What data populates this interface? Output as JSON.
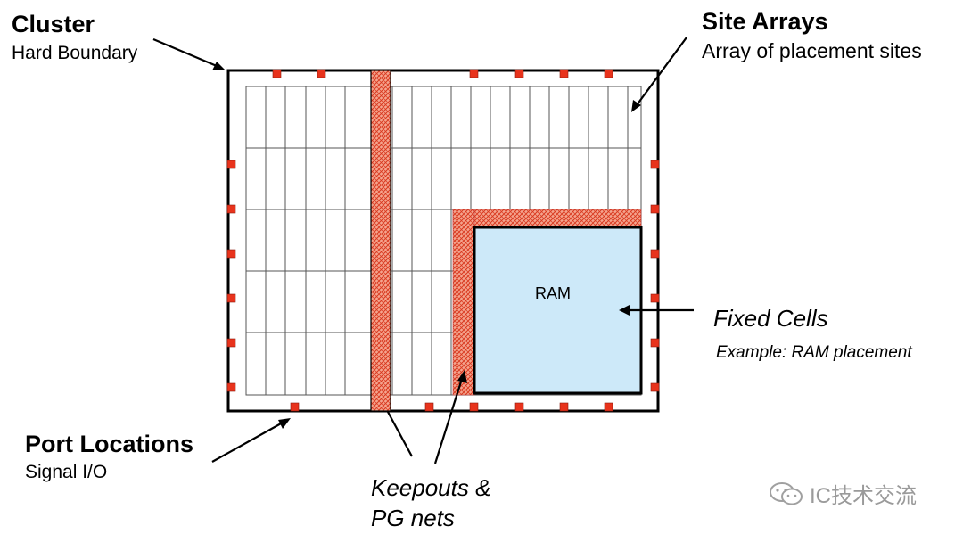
{
  "labels": {
    "cluster": {
      "title": "Cluster",
      "sub": "Hard Boundary"
    },
    "site_arrays": {
      "title": "Site Arrays",
      "sub": "Array of placement sites"
    },
    "fixed_cells": {
      "title": "Fixed Cells",
      "sub": "Example: RAM placement"
    },
    "port_locations": {
      "title": "Port Locations",
      "sub": "Signal I/O"
    },
    "keepouts": {
      "line1": "Keepouts &",
      "line2": "PG nets"
    },
    "ram": "RAM"
  },
  "watermark": "IC技术交流",
  "colors": {
    "port": "#e8331c",
    "keepout_fill": "#f4a48e",
    "keepout_hatch": "#d9391f",
    "ram_fill": "#cde9f9",
    "border": "#000000",
    "grid": "#555555"
  }
}
